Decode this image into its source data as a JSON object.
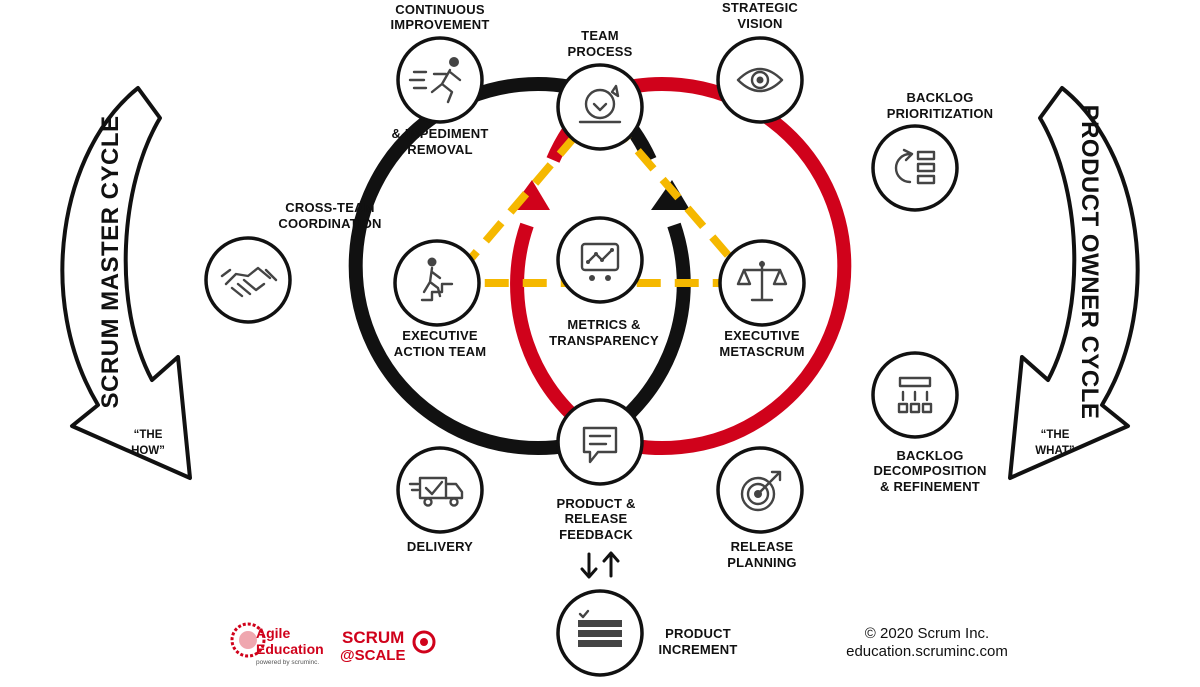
{
  "labels": {
    "continuous_improvement_1": "CONTINUOUS",
    "continuous_improvement_2": "IMPROVEMENT",
    "impediment_1": "& IMPEDIMENT",
    "impediment_2": "REMOVAL",
    "team_process_1": "TEAM",
    "team_process_2": "PROCESS",
    "strategic_vision_1": "STRATEGIC",
    "strategic_vision_2": "VISION",
    "backlog_prioritization_1": "BACKLOG",
    "backlog_prioritization_2": "PRIORITIZATION",
    "cross_team_1": "CROSS-TEAM",
    "cross_team_2": "COORDINATION",
    "executive_action_1": "EXECUTIVE",
    "executive_action_2": "ACTION TEAM",
    "metrics_1": "METRICS &",
    "metrics_2": "TRANSPARENCY",
    "executive_metascrum_1": "EXECUTIVE",
    "executive_metascrum_2": "METASCRUM",
    "backlog_decomposition_1": "BACKLOG",
    "backlog_decomposition_2": "DECOMPOSITION",
    "backlog_decomposition_3": "& REFINEMENT",
    "delivery": "DELIVERY",
    "product_release_feedback_1": "PRODUCT &",
    "product_release_feedback_2": "RELEASE",
    "product_release_feedback_3": "FEEDBACK",
    "release_planning_1": "RELEASE",
    "release_planning_2": "PLANNING",
    "product_increment_1": "PRODUCT",
    "product_increment_2": "INCREMENT"
  },
  "cycles": {
    "scrum_master": "SCRUM MASTER CYCLE",
    "scrum_master_quote_1": "“THE",
    "scrum_master_quote_2": "HOW”",
    "product_owner": "PRODUCT OWNER CYCLE",
    "product_owner_quote_1": "“THE",
    "product_owner_quote_2": "WHAT”"
  },
  "footer": {
    "agile_1": "Agile",
    "agile_2": "Education",
    "agile_3": "powered by scruminc.",
    "scale_1": "SCRUM",
    "scale_2": "@SCALE",
    "copyright": "© 2020 Scrum Inc.",
    "website": "education.scruminc.com"
  },
  "colors": {
    "scrum_master_ring": "#111111",
    "product_owner_ring": "#d0021b",
    "triangle": "#f5b800",
    "icon": "#444444"
  }
}
